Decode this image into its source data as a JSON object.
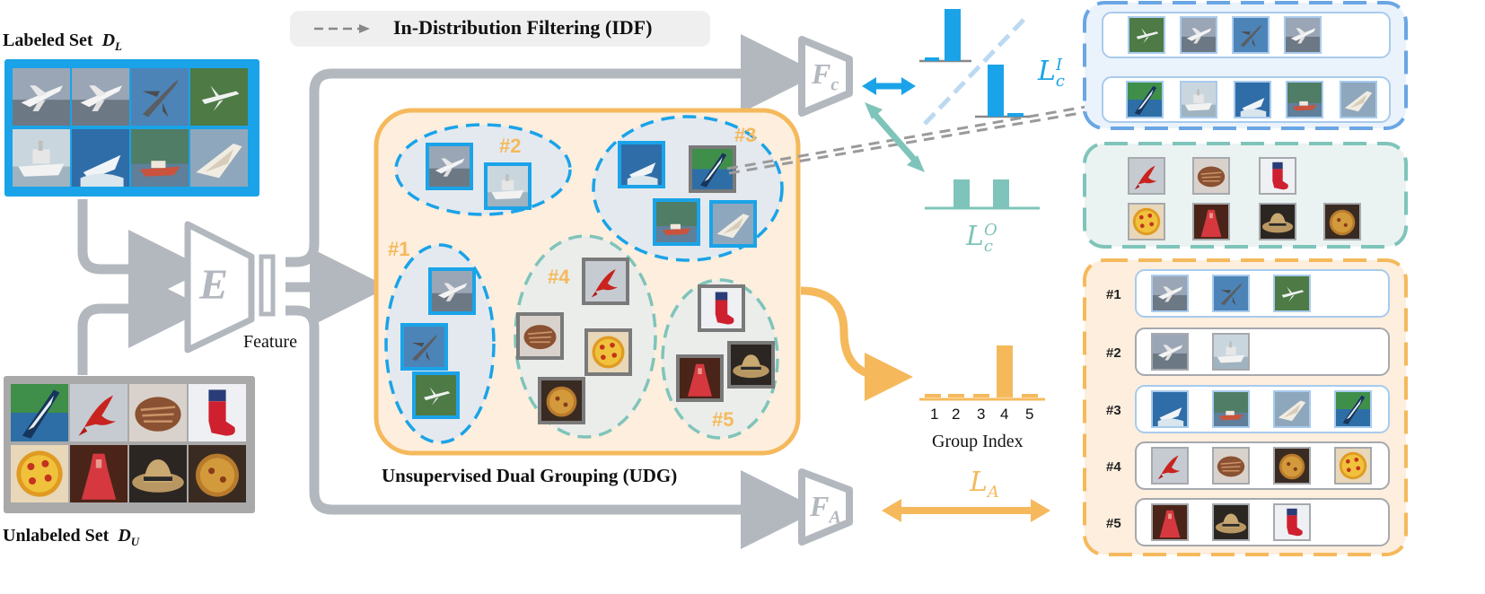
{
  "legend": {
    "idf_label": "In-Distribution Filtering (IDF)"
  },
  "labeled_set": {
    "title": "Labeled Set",
    "symbol": "D",
    "subscript": "L"
  },
  "unlabeled_set": {
    "title": "Unlabeled Set",
    "symbol": "D",
    "subscript": "U"
  },
  "encoder": {
    "symbol": "E",
    "feature_label": "Feature"
  },
  "heads": {
    "fc_symbol": "F",
    "fc_sub": "c",
    "fa_symbol": "F",
    "fa_sub": "A"
  },
  "udg": {
    "caption": "Unsupervised Dual Grouping (UDG)",
    "group_tags": [
      "#1",
      "#2",
      "#3",
      "#4",
      "#5"
    ]
  },
  "losses": {
    "lci": {
      "symbol": "L",
      "sub": "c",
      "sup": "I"
    },
    "lco": {
      "symbol": "L",
      "sub": "c",
      "sup": "O"
    },
    "la": {
      "symbol": "L",
      "sub": "A"
    }
  },
  "group_histogram": {
    "tick_labels": [
      "1",
      "2",
      "3",
      "4",
      "5"
    ],
    "axis_label": "Group Index"
  },
  "right_groups": {
    "row_labels": [
      "#1",
      "#2",
      "#3",
      "#4",
      "#5"
    ]
  },
  "colors": {
    "in_dist_blue": "#1aa3e8",
    "ood_teal": "#7fc4ba",
    "udg_orange": "#f5b95c",
    "arrow_gray": "#b3b8bf",
    "panel_blue": "#6aa6e4"
  },
  "icons": {
    "thumbnails": [
      "airplane",
      "fighter-jet",
      "boat",
      "lobster",
      "bread",
      "stocking",
      "pizza",
      "dress",
      "straw-hat"
    ]
  }
}
